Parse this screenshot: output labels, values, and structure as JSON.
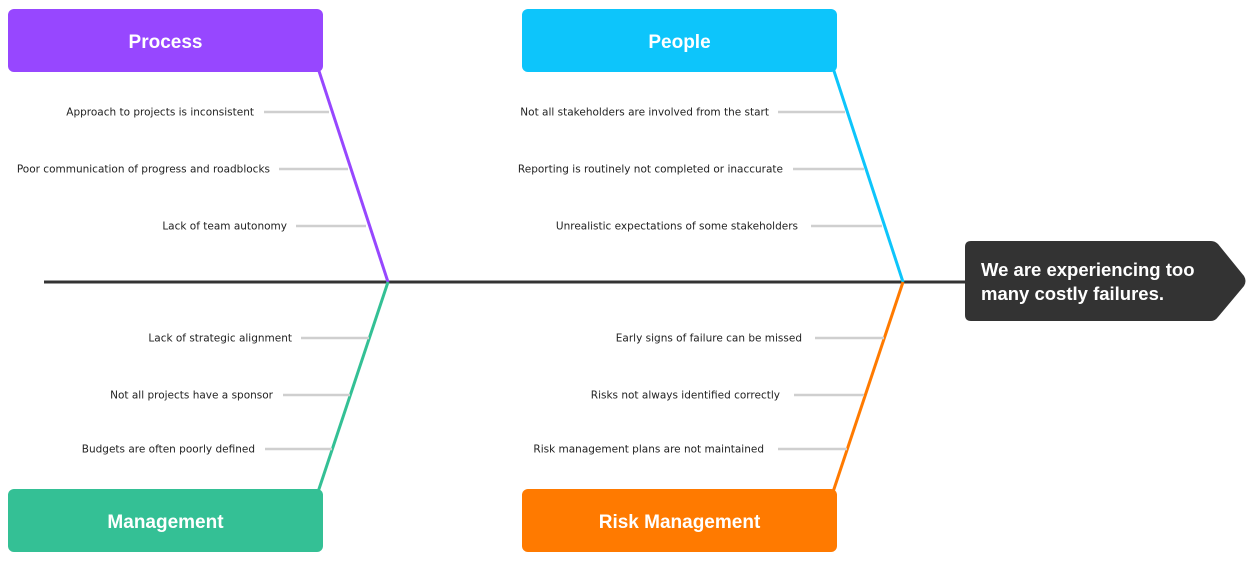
{
  "effect": {
    "lines": [
      "We are experiencing too",
      "many costly failures."
    ],
    "color": "#333333"
  },
  "categories": [
    {
      "label": "Process",
      "color": "#9747ff",
      "causes": [
        "Approach to projects is inconsistent",
        "Poor communication of progress and roadblocks",
        "Lack of team autonomy"
      ]
    },
    {
      "label": "People",
      "color": "#0dc5fb",
      "causes": [
        "Not all stakeholders are involved from the start",
        "Reporting is routinely not completed or inaccurate",
        "Unrealistic expectations of some stakeholders"
      ]
    },
    {
      "label": "Management",
      "color": "#34c095",
      "causes": [
        "Lack of strategic alignment",
        "Not all projects have a sponsor",
        "Budgets are often poorly defined"
      ]
    },
    {
      "label": "Risk Management",
      "color": "#ff7a00",
      "causes": [
        "Early signs of failure can be missed",
        "Risks not always identified correctly",
        "Risk management plans are not maintained"
      ]
    }
  ]
}
